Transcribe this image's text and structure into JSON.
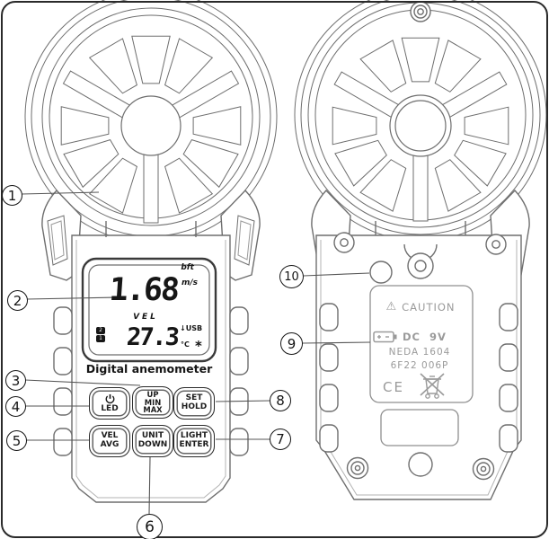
{
  "callouts": {
    "c1": "1",
    "c2": "2",
    "c3": "3",
    "c4": "4",
    "c5": "5",
    "c6": "6",
    "c7": "7",
    "c8": "8",
    "c9": "9",
    "c10": "10"
  },
  "front": {
    "lcd": {
      "bft": "bft",
      "speed_unit": "m/s",
      "speed_value": "1.68",
      "mode": "VEL",
      "temp_value": "27.3",
      "temp_unit": "°C",
      "usb_arrow": "↓",
      "usb_label": "USB",
      "bluetooth_icon": "*",
      "mem_top": "2",
      "mem_bottom": "1"
    },
    "product_label": "Digital anemometer",
    "buttons": {
      "power_led": {
        "l1": "LED"
      },
      "up": {
        "l1": "UP",
        "l2": "MIN",
        "l3": "MAX"
      },
      "set": {
        "l1": "SET",
        "l2": "HOLD"
      },
      "vel": {
        "l1": "VEL",
        "l2": "AVG"
      },
      "unit": {
        "l1": "UNIT",
        "l2": "DOWN"
      },
      "light": {
        "l1": "LIGHT",
        "l2": "ENTER"
      }
    }
  },
  "back": {
    "label": {
      "warning_icon": "⚠",
      "caution": "CAUTION",
      "power": "DC 9V",
      "battery_standard_1": "NEDA 1604",
      "battery_standard_2": "6F22 006P",
      "ce_mark": "CE"
    }
  },
  "icons": {
    "power_icon": "power-symbol",
    "battery_icon": "battery-symbol",
    "weee_icon": "crossed-out-wheelie-bin",
    "warning_icon": "warning-triangle"
  },
  "line_color": "#6e6e6e",
  "label_print_color": "#9a9a9a"
}
